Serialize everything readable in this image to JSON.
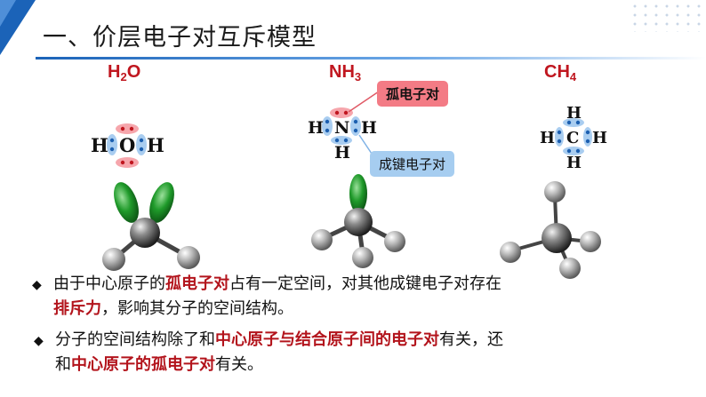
{
  "title": "一、价层电子对互斥模型",
  "molecules": {
    "h2o": {
      "base": "H",
      "sub": "2",
      "rest": "O"
    },
    "nh3": {
      "base": "NH",
      "sub": "3"
    },
    "ch4": {
      "base": "CH",
      "sub": "4"
    }
  },
  "lewis": {
    "h2o": {
      "left": "H",
      "center": "O",
      "right": "H"
    },
    "nh3": {
      "left": "H",
      "center": "N",
      "right": "H",
      "bottom": "H"
    },
    "ch4": {
      "top": "H",
      "left": "H",
      "center": "C",
      "right": "H",
      "bottom": "H"
    }
  },
  "callouts": {
    "lone_pair": "孤电子对",
    "bond_pair": "成键电子对"
  },
  "colors": {
    "accent_blue": "#1b63b8",
    "highlight_red": "#b3141c",
    "lone_pair_fill": "#f37b85",
    "bond_pair_fill": "#a6cdf0"
  },
  "bullet_icon": "diamond-bullet-icon",
  "paragraph1": {
    "t1": "由于中心原子的",
    "h1": "孤电子对",
    "t2": "占有一定空间，对其他成键电子对存在",
    "h2": "排斥力",
    "t3": "，影响其分子的空间结构。"
  },
  "paragraph2": {
    "t1": "分子的空间结构除了和",
    "h1": "中心原子与结合原子间的电子对",
    "t2": "有关，还",
    "t3": "和",
    "h2": "中心原子的孤电子对",
    "t4": "有关。"
  }
}
